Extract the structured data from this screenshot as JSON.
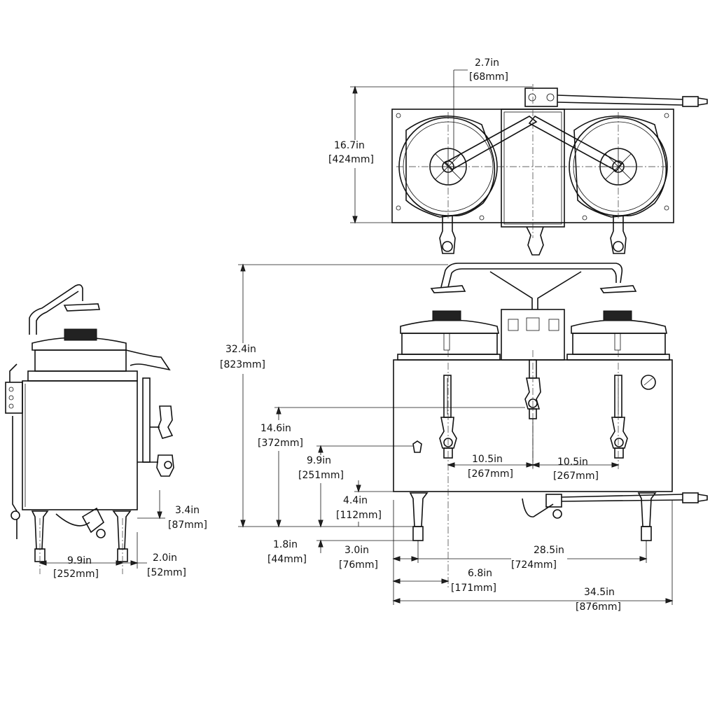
{
  "dimensions": {
    "top_offset": {
      "in": "2.7in",
      "mm": "[68mm]"
    },
    "top_depth": {
      "in": "16.7in",
      "mm": "[424mm]"
    },
    "overall_height": {
      "in": "32.4in",
      "mm": "[823mm]"
    },
    "faucet_height": {
      "in": "14.6in",
      "mm": "[372mm]"
    },
    "drain_height": {
      "in": "9.9in",
      "mm": "[251mm]"
    },
    "leg_clearance": {
      "in": "4.4in",
      "mm": "[112mm]"
    },
    "leg_adjust": {
      "in": "1.8in",
      "mm": "[44mm]"
    },
    "leg_inset": {
      "in": "3.0in",
      "mm": "[76mm]"
    },
    "leg_spacing": {
      "in": "28.5in",
      "mm": "[724mm]"
    },
    "drain_offset": {
      "in": "6.8in",
      "mm": "[171mm]"
    },
    "overall_width": {
      "in": "34.5in",
      "mm": "[876mm]"
    },
    "faucet_spacing_left": {
      "in": "10.5in",
      "mm": "[267mm]"
    },
    "faucet_spacing_right": {
      "in": "10.5in",
      "mm": "[267mm]"
    },
    "side_leg_spacing": {
      "in": "9.9in",
      "mm": "[252mm]"
    },
    "side_leg_offset": {
      "in": "2.0in",
      "mm": "[52mm]"
    },
    "side_base_height": {
      "in": "3.4in",
      "mm": "[87mm]"
    }
  }
}
